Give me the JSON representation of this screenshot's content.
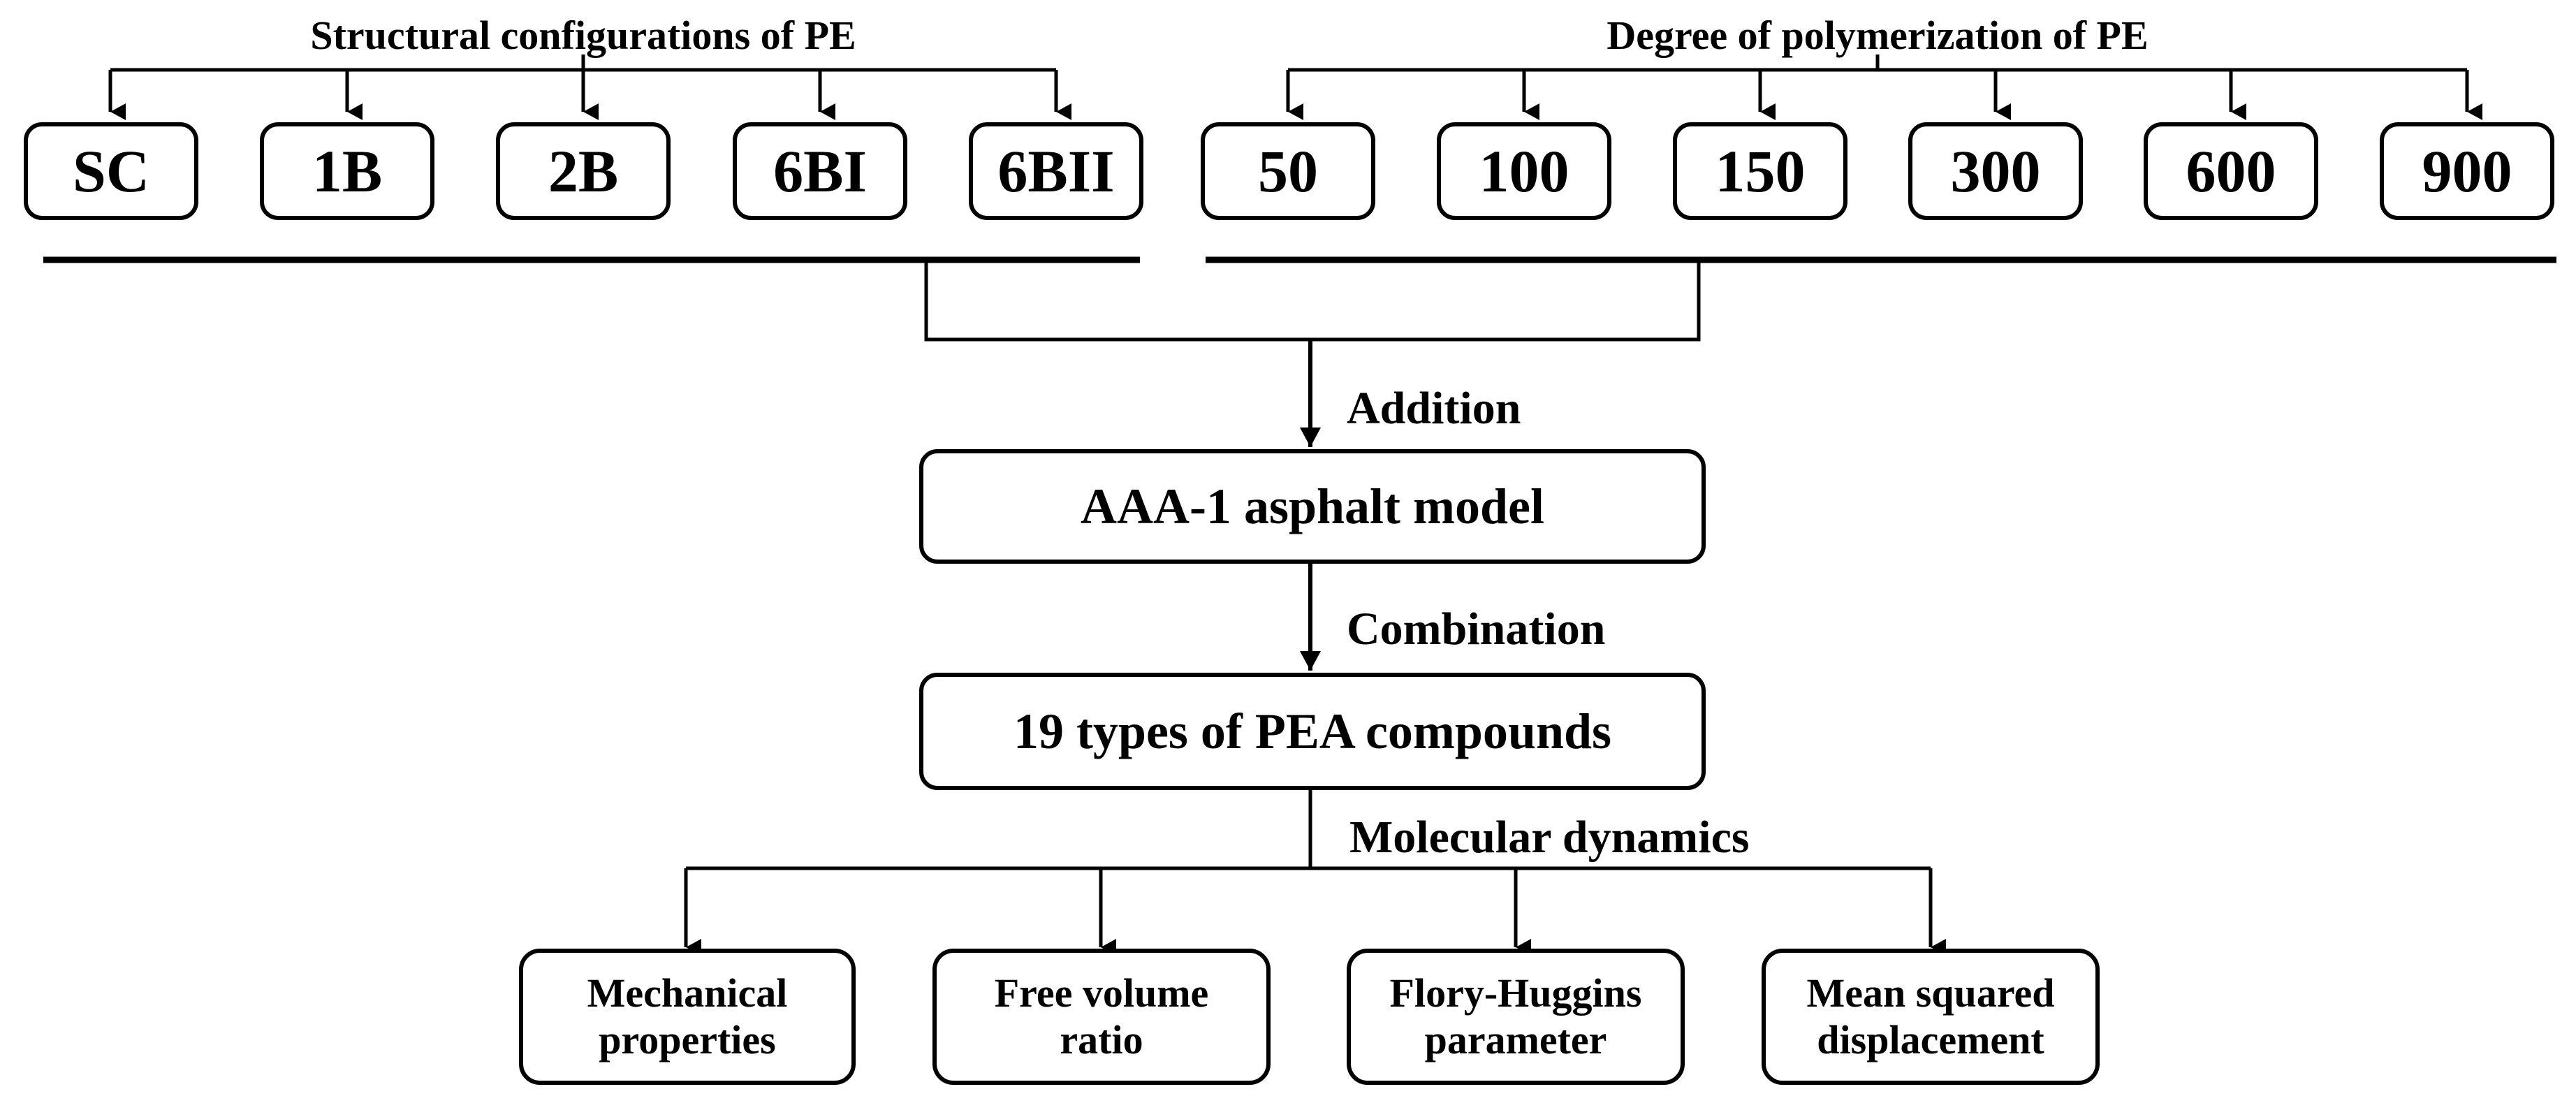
{
  "structural_group": {
    "title": "Structural configurations of PE",
    "items": [
      "SC",
      "1B",
      "2B",
      "6BI",
      "6BII"
    ]
  },
  "polymerization_group": {
    "title": "Degree of polymerization of PE",
    "items": [
      "50",
      "100",
      "150",
      "300",
      "600",
      "900"
    ]
  },
  "steps": {
    "addition_label": "Addition",
    "asphalt_model": "AAA-1 asphalt model",
    "combination_label": "Combination",
    "compounds": "19 types of PEA compounds",
    "md_label": "Molecular dynamics"
  },
  "outputs": [
    {
      "line1": "Mechanical",
      "line2": "properties"
    },
    {
      "line1": "Free volume",
      "line2": "ratio"
    },
    {
      "line1": "Flory-Huggins",
      "line2": "parameter"
    },
    {
      "line1": "Mean squared",
      "line2": "displacement"
    }
  ]
}
